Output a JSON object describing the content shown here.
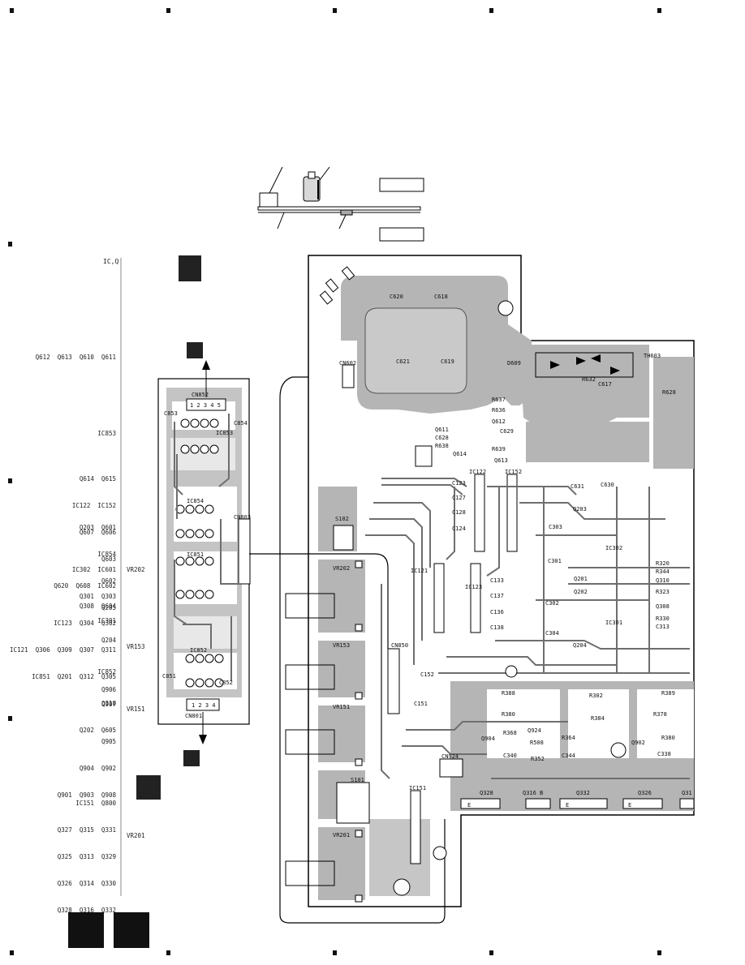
{
  "sheet": {
    "index_label": "IC,Q",
    "reference_groups": [
      {
        "lines": [
          "Q612  Q613  Q610  Q611"
        ]
      },
      {
        "lines": [
          "IC853"
        ]
      },
      {
        "lines": [
          "Q614  Q615",
          "IC122  IC152",
          "Q607  Q606",
          "Q603",
          "Q620  Q608  IC602"
        ]
      },
      {
        "lines": [
          "Q203  Q601",
          "IC854",
          "Q602",
          "Q205"
        ]
      },
      {
        "lines": [
          "IC302  IC601",
          "Q301  Q303",
          "IC123  Q304  Q302",
          "IC121  Q306  Q309  Q307  Q311",
          "IC851  Q201  Q312  Q305",
          "Q310",
          "Q202  Q605"
        ]
      },
      {
        "lines": [
          "Q308  Q604"
        ]
      },
      {
        "lines": [
          "IC301"
        ]
      },
      {
        "lines": [
          "Q204"
        ]
      },
      {
        "lines": [
          "IC852"
        ]
      },
      {
        "lines": [
          "Q906"
        ]
      },
      {
        "lines": [
          "Q907"
        ]
      },
      {
        "lines": [
          "Q905",
          "Q904  Q902",
          "Q901  Q903  Q908"
        ]
      },
      {
        "lines": [
          "IC151  Q800",
          "Q327  Q315  Q331",
          "Q325  Q313  Q329",
          "Q326  Q314  Q330",
          "Q328  Q316  Q332"
        ]
      }
    ],
    "side_labels": [
      "VR202",
      "VR153",
      "VR151",
      "VR201"
    ]
  },
  "sub_board": {
    "connectors": [
      "CN852",
      "CN803",
      "CN801"
    ],
    "ics": [
      "IC853",
      "IC854",
      "IC851",
      "IC852"
    ],
    "caps": [
      "C853",
      "C854",
      "C851",
      "C852"
    ],
    "pin_numbers_top": "1 2 3 4 5",
    "pin_numbers_bottom": "1 2 3 4"
  },
  "main_board": {
    "labels": [
      "C620",
      "C618",
      "CN602",
      "C621",
      "C619",
      "D609",
      "TH603",
      "R628",
      "R632",
      "C617",
      "R637",
      "R636",
      "Q611",
      "C628",
      "R638",
      "Q612",
      "C629",
      "R639",
      "Q613",
      "Q614",
      "IC122",
      "IC152",
      "C123",
      "C127",
      "C128",
      "C124",
      "C631",
      "C630",
      "Q203",
      "C303",
      "IC302",
      "R320",
      "R344",
      "Q310",
      "S102",
      "VR202",
      "IC121",
      "IC123",
      "C133",
      "C137",
      "C136",
      "C138",
      "C301",
      "Q201",
      "Q202",
      "R323",
      "C302",
      "Q308",
      "R330",
      "C313",
      "IC301",
      "C304",
      "Q204",
      "VR153",
      "CN850",
      "C152",
      "C151",
      "VR151",
      "R388",
      "R302",
      "R380",
      "R384",
      "R368",
      "R389",
      "R378",
      "R380",
      "Q924",
      "R364",
      "Q904",
      "R508",
      "R352",
      "C340",
      "C344",
      "Q902",
      "C338",
      "CN924",
      "S101",
      "IC151",
      "Q328",
      "Q316",
      "Q332",
      "Q326",
      "Q31",
      "VR201"
    ],
    "pin_e": "E",
    "pin_b": "B"
  },
  "tabs": {
    "tab_c": "",
    "tab_d": "",
    "tab_e": "",
    "tab_f": ""
  },
  "colors": {
    "copper": "#b5b5b5",
    "trace": "#6e6e6e",
    "line": "#000000",
    "dark": "#1c1c1c"
  }
}
